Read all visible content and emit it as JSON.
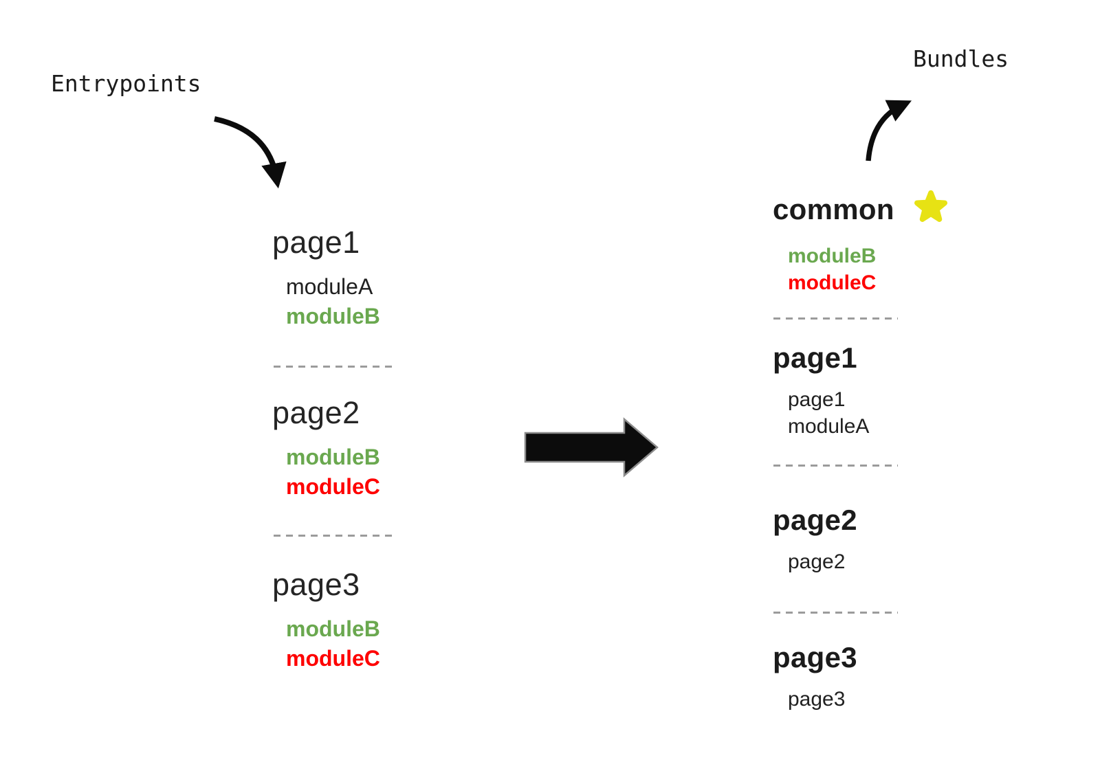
{
  "diagram": {
    "left_label": "Entrypoints",
    "right_label": "Bundles"
  },
  "colors": {
    "text_black": "#212121",
    "module_green": "#6aa84f",
    "module_red": "#fe0000",
    "star_yellow": "#e7e214",
    "arrow_black": "#0c0c0c",
    "divider_gray": "#9b9b9b"
  },
  "entrypoints": {
    "groups": [
      {
        "title": "page1",
        "modules": [
          "moduleA",
          "moduleB"
        ]
      },
      {
        "title": "page2",
        "modules": [
          "moduleB",
          "moduleC"
        ]
      },
      {
        "title": "page3",
        "modules": [
          "moduleB",
          "moduleC"
        ]
      }
    ]
  },
  "bundles": {
    "groups": [
      {
        "title": "common",
        "starred": true,
        "modules": [
          "moduleB",
          "moduleC"
        ]
      },
      {
        "title": "page1",
        "starred": false,
        "modules": [
          "page1",
          "moduleA"
        ]
      },
      {
        "title": "page2",
        "starred": false,
        "modules": [
          "page2"
        ]
      },
      {
        "title": "page3",
        "starred": false,
        "modules": [
          "page3"
        ]
      }
    ]
  }
}
